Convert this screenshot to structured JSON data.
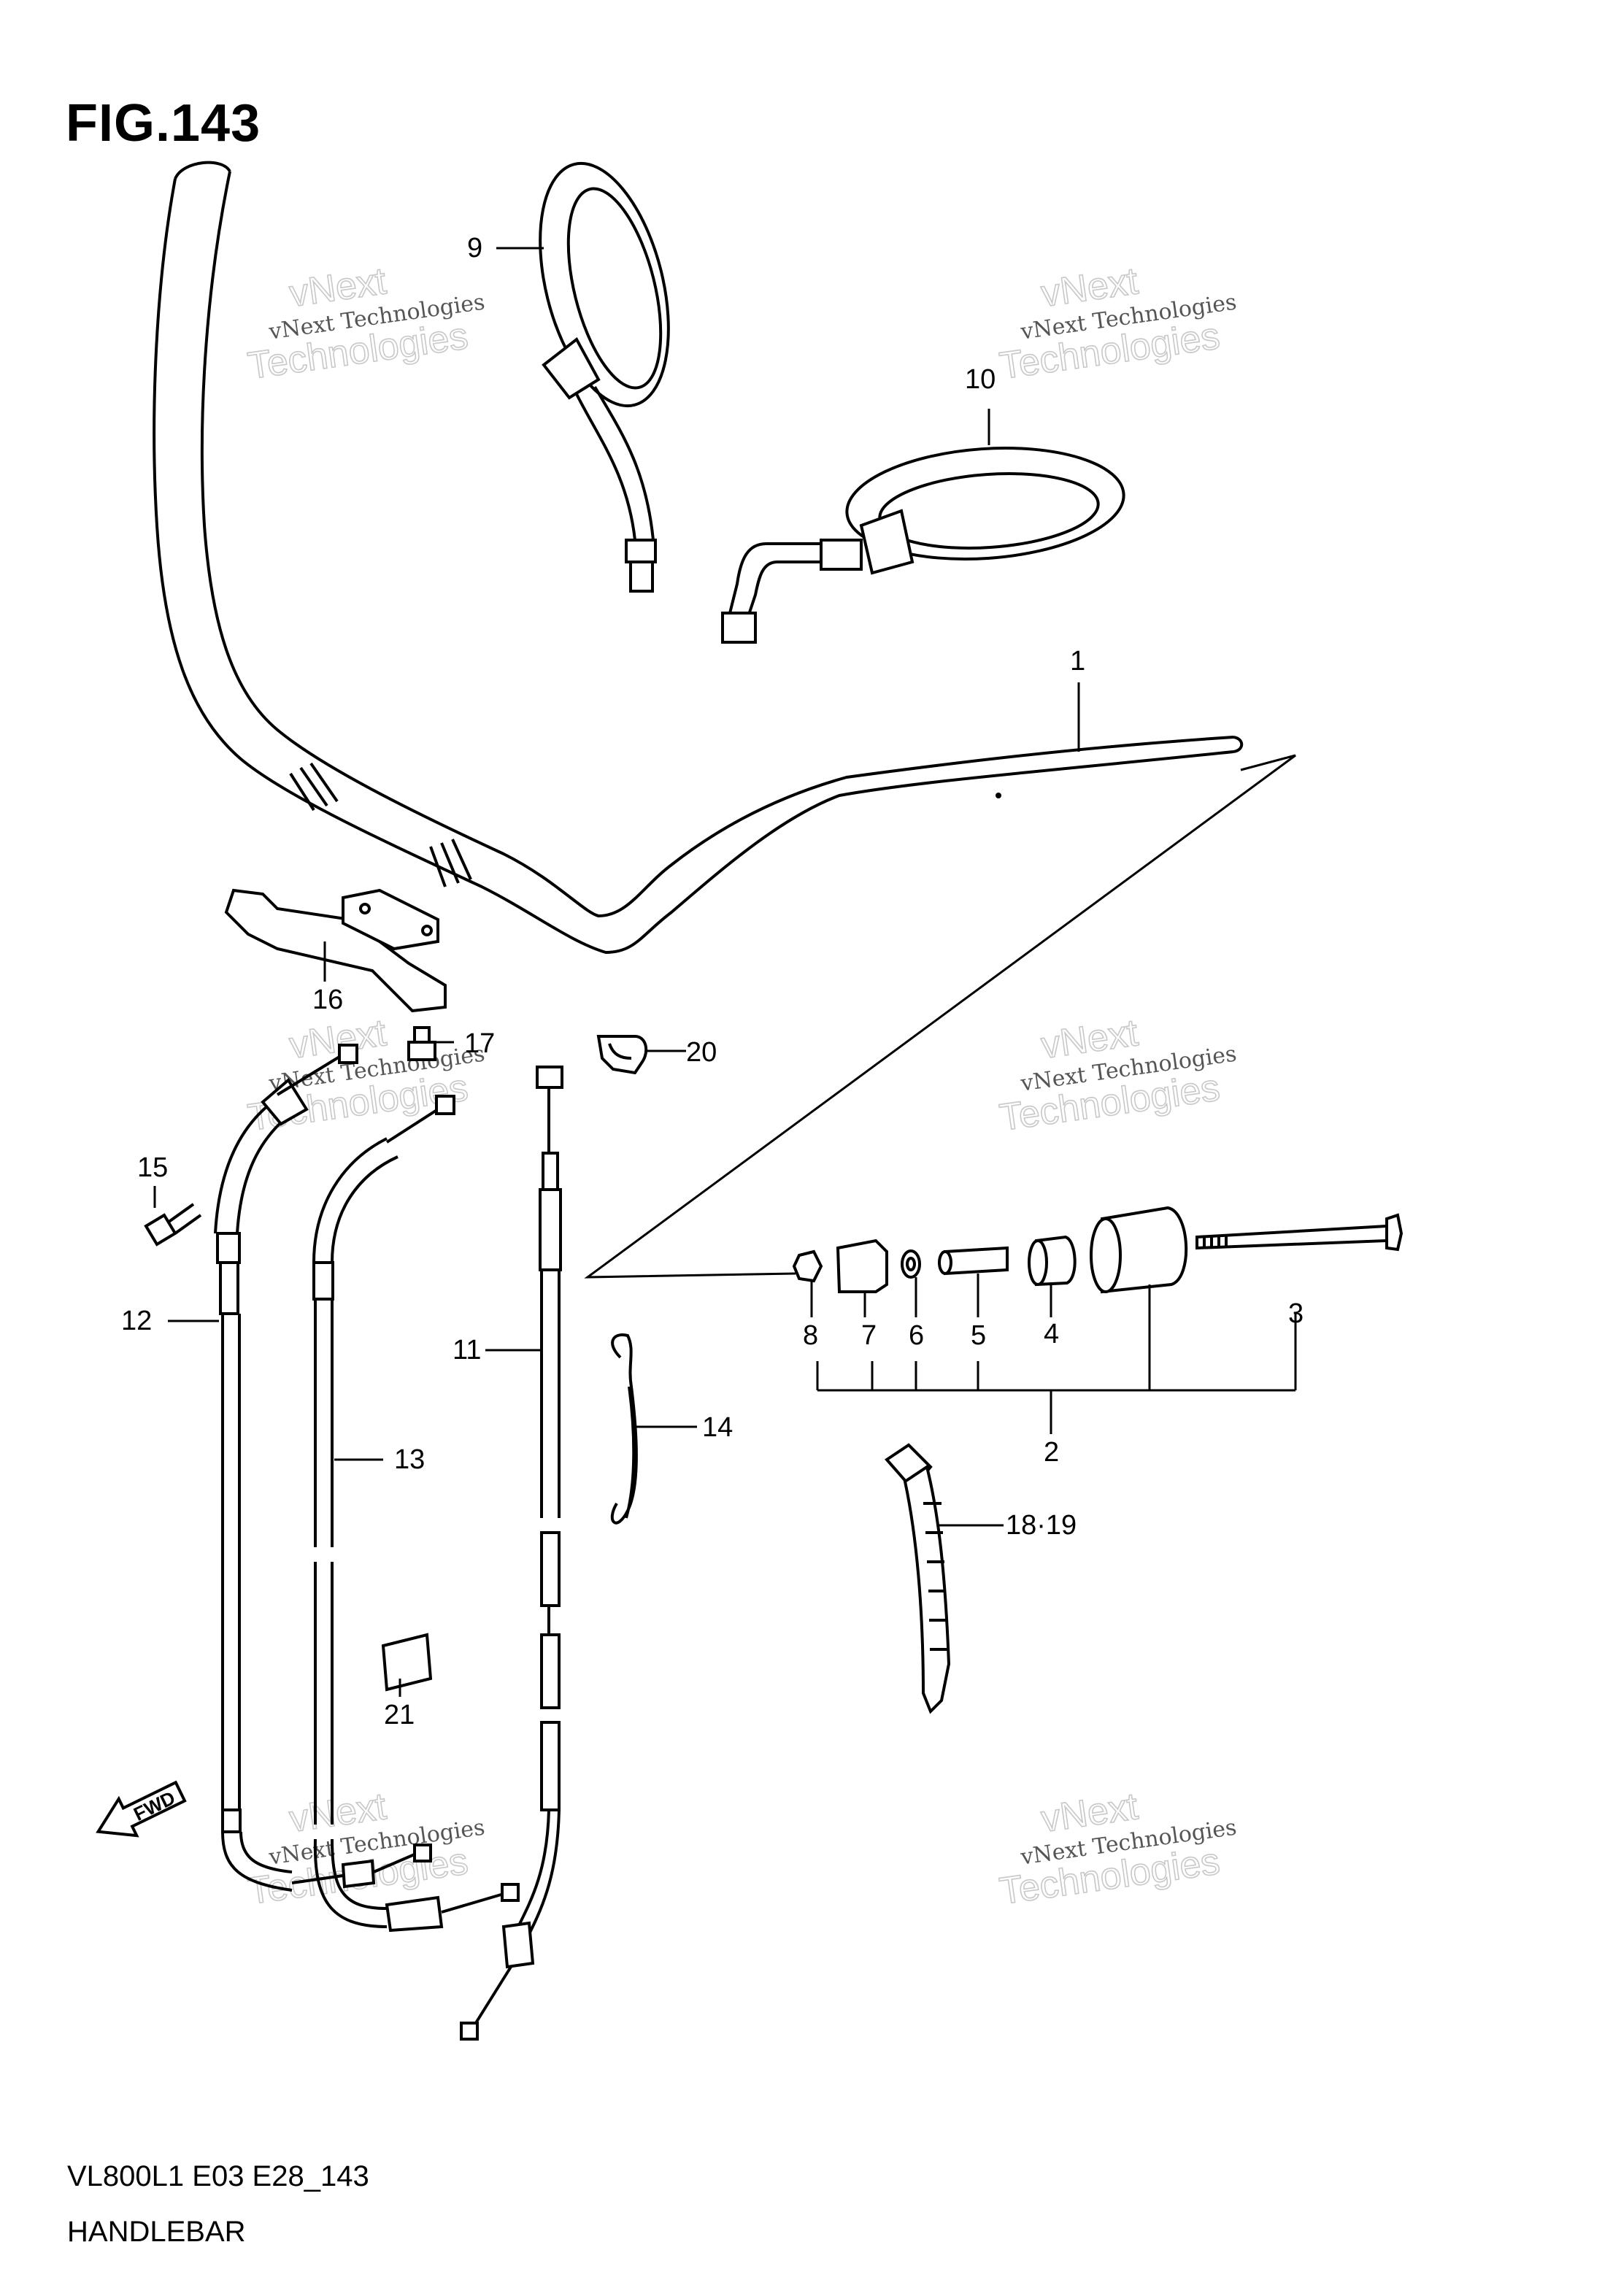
{
  "figure": {
    "title": "FIG.143",
    "code": "VL800L1 E03 E28_143",
    "name": "HANDLEBAR"
  },
  "watermark": {
    "line1": "vNext",
    "line2": "vNext Technologies",
    "line3": "Technologies"
  },
  "fwd_label": "FWD",
  "callouts": {
    "c1": "1",
    "c2": "2",
    "c3": "3",
    "c4": "4",
    "c5": "5",
    "c6": "6",
    "c7": "7",
    "c8": "8",
    "c9": "9",
    "c10": "10",
    "c11": "11",
    "c12": "12",
    "c13": "13",
    "c14": "14",
    "c15": "15",
    "c16": "16",
    "c17": "17",
    "c18_19": "18·19",
    "c20": "20",
    "c21": "21"
  }
}
